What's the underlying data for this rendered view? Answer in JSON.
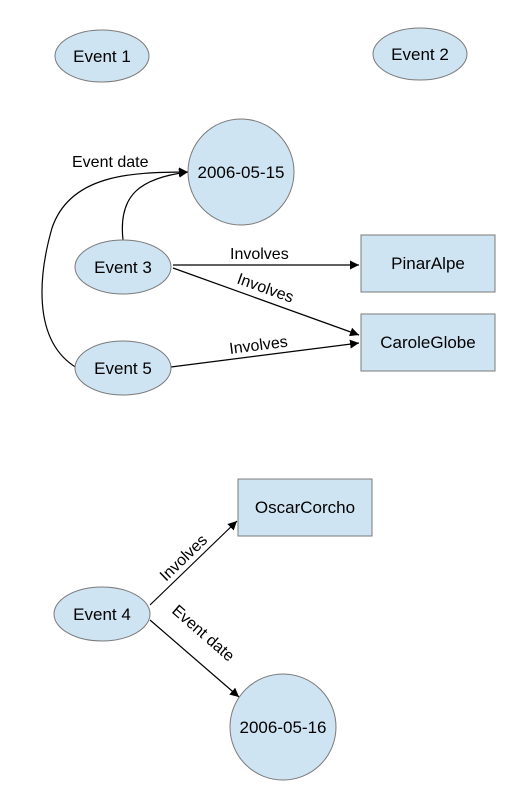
{
  "nodes": {
    "event1": {
      "label": "Event 1"
    },
    "event2": {
      "label": "Event 2"
    },
    "date1": {
      "label": "2006-05-15"
    },
    "event3": {
      "label": "Event 3"
    },
    "pinar": {
      "label": "PinarAlpe"
    },
    "carole": {
      "label": "CaroleGlobe"
    },
    "event5": {
      "label": "Event 5"
    },
    "oscar": {
      "label": "OscarCorcho"
    },
    "event4": {
      "label": "Event 4"
    },
    "date2": {
      "label": "2006-05-16"
    }
  },
  "edges": {
    "e3_date": {
      "label": ""
    },
    "e5_date": {
      "label": "Event date"
    },
    "e3_pinar": {
      "label": "Involves"
    },
    "e3_carole": {
      "label": "Involves"
    },
    "e5_carole": {
      "label": "Involves"
    },
    "e4_oscar": {
      "label": "Involves"
    },
    "e4_date": {
      "label": "Event date"
    }
  },
  "colors": {
    "node_fill": "#cfe4f3",
    "node_stroke": "#7a7a7a",
    "edge": "#000000"
  }
}
